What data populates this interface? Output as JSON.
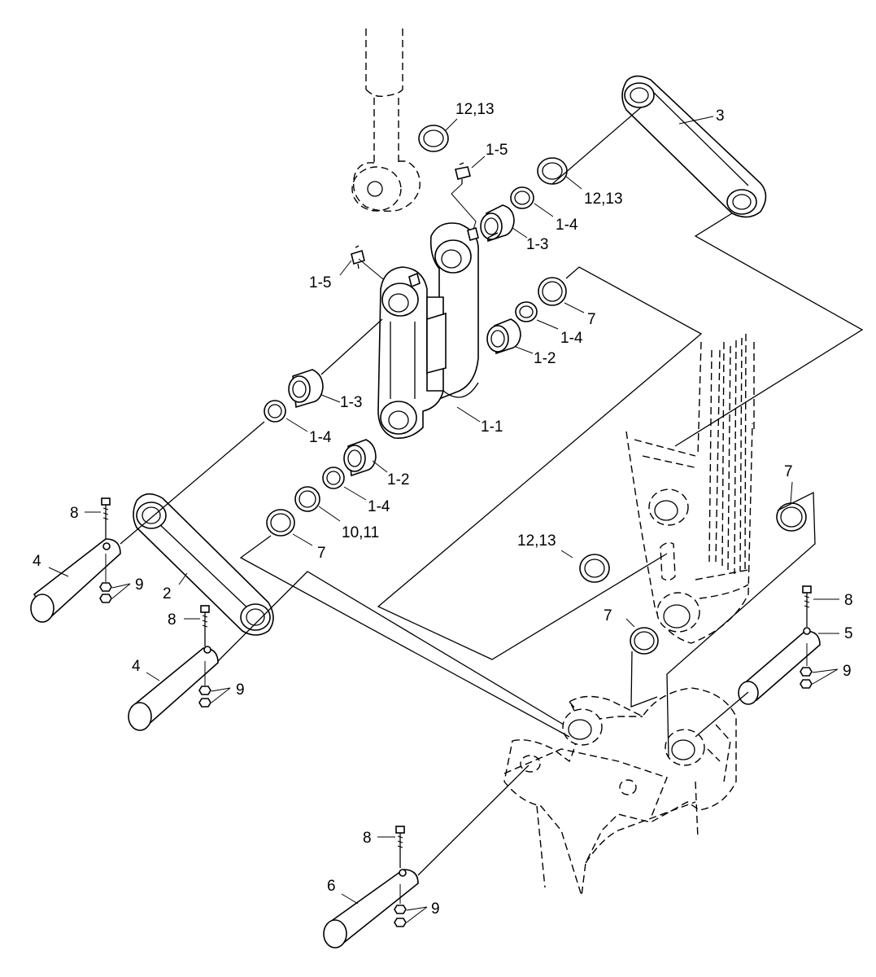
{
  "callouts": {
    "c_12_13_top": "12,13",
    "c_1_5_top": "1-5",
    "c_3": "3",
    "c_12_13_right": "12,13",
    "c_1_4_top": "1-4",
    "c_1_3_top": "1-3",
    "c_1_5_left": "1-5",
    "c_7_upper": "7",
    "c_1_4_mid": "1-4",
    "c_1_2_upper": "1-2",
    "c_1_3_left": "1-3",
    "c_1_1": "1-1",
    "c_1_4_left": "1-4",
    "c_1_2_lower": "1-2",
    "c_1_4_lower": "1-4",
    "c_10_11": "10,11",
    "c_7_left": "7",
    "c_7_right": "7",
    "c_12_13_mid": "12,13",
    "c_8_left": "8",
    "c_4_left": "4",
    "c_9_left": "9",
    "c_2": "2",
    "c_8_mid": "8",
    "c_4_mid": "4",
    "c_9_mid": "9",
    "c_7_center": "7",
    "c_8_right": "8",
    "c_5": "5",
    "c_9_right": "9",
    "c_8_bottom": "8",
    "c_6": "6",
    "c_9_bottom": "9"
  }
}
